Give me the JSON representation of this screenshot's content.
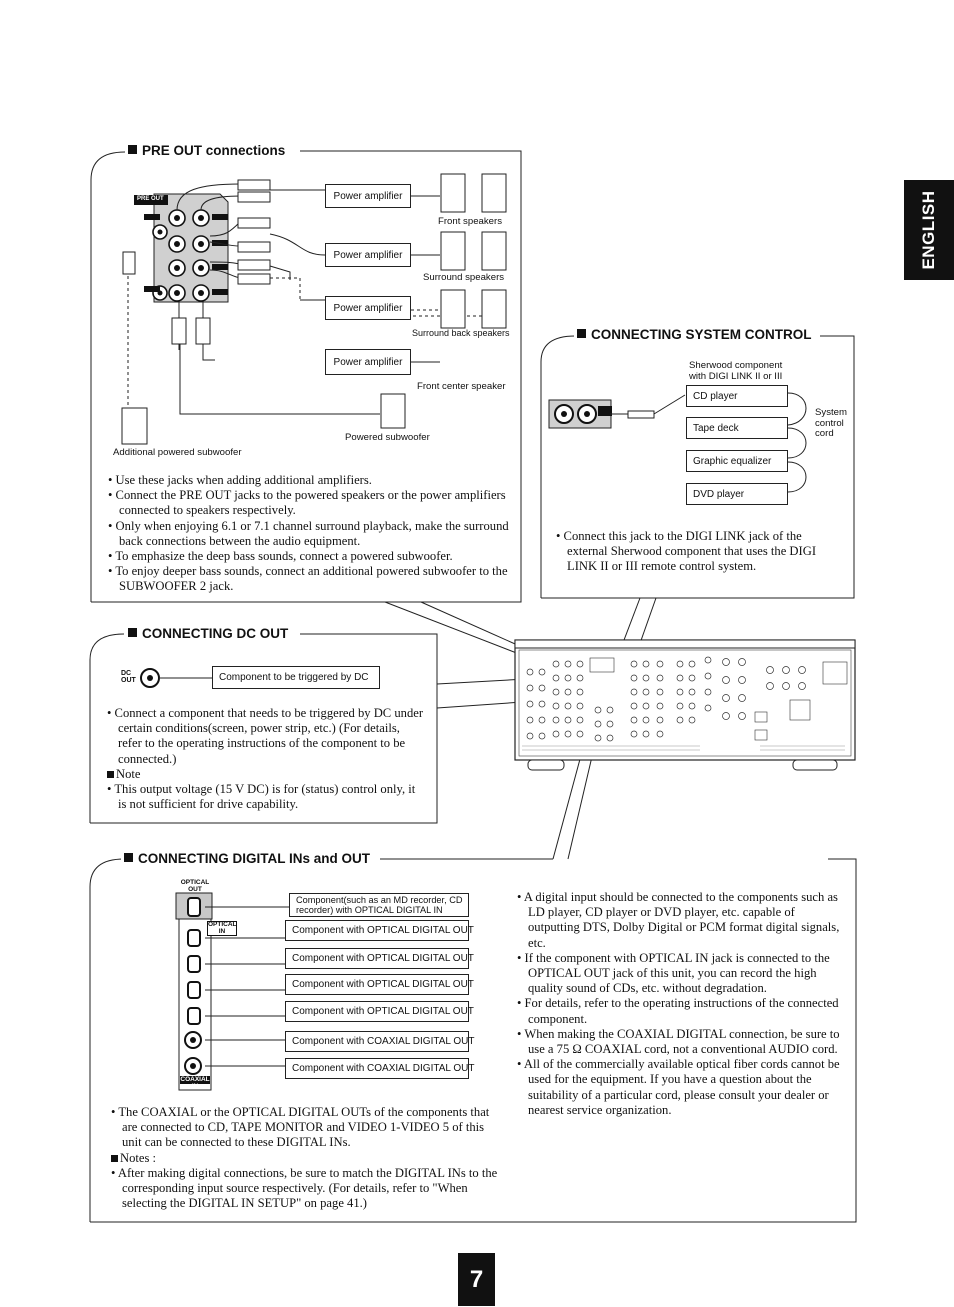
{
  "side_tab": {
    "label": "ENGLISH"
  },
  "page_number": "7",
  "pre_out": {
    "title": "PRE OUT connections",
    "panel_label": "PRE OUT",
    "amp_label": "Power amplifier",
    "front_speakers": "Front speakers",
    "surround_speakers": "Surround speakers",
    "surround_back_speakers": "Surround back speakers",
    "front_center_speaker": "Front center speaker",
    "powered_subwoofer": "Powered subwoofer",
    "additional_subwoofer": "Additional powered subwoofer",
    "bullets": [
      "• Use these jacks when adding additional amplifiers.",
      "• Connect the PRE OUT jacks to the powered speakers or the power amplifiers connected to speakers respectively.",
      "• Only when enjoying 6.1 or 7.1 channel surround playback, make the surround back connections between the audio equipment.",
      "• To emphasize the deep bass sounds, connect a powered subwoofer.",
      "• To enjoy deeper bass sounds, connect an additional powered subwoofer to the SUBWOOFER 2 jack."
    ]
  },
  "system_control": {
    "title": "CONNECTING SYSTEM CONTROL",
    "component_header": "Sherwood component with DIGI LINK II or III",
    "components": [
      "CD player",
      "Tape deck",
      "Graphic equalizer",
      "DVD player"
    ],
    "cord_label": "System control cord",
    "bullets": [
      "• Connect this jack to the DIGI LINK jack of the external Sherwood component that uses the DIGI LINK II or III remote control system."
    ]
  },
  "dc_out": {
    "title": "CONNECTING DC OUT",
    "jack_label": "DC OUT",
    "component_label": "Component to be triggered by DC",
    "bullets": [
      "• Connect a component that needs to be triggered by DC under certain conditions(screen, power strip, etc.) (For details, refer to the operating instructions of the component to be connected.)"
    ],
    "note_heading": "Note",
    "note_bullets": [
      "• This output voltage (15 V DC) is for (status) control only, it is not sufficient for drive capability."
    ]
  },
  "digital": {
    "title": "CONNECTING DIGITAL INs and OUT",
    "optical_out_label": "OPTICAL OUT",
    "optical_in_label": "OPTICAL IN",
    "coaxial_in_label": "COAXIAL IN",
    "component_boxes": [
      "Component(such as an MD recorder, CD recorder) with OPTICAL DIGITAL IN",
      "Component with OPTICAL DIGITAL OUT",
      "Component with OPTICAL DIGITAL OUT",
      "Component with OPTICAL DIGITAL OUT",
      "Component with OPTICAL DIGITAL OUT",
      "Component with COAXIAL DIGITAL OUT",
      "Component with COAXIAL DIGITAL OUT"
    ],
    "left_bullets": [
      "• The COAXIAL or the OPTICAL DIGITAL OUTs of the components that are connected to CD, TAPE MONITOR and VIDEO 1-VIDEO 5 of this unit can be connected to these DIGITAL INs."
    ],
    "notes_heading": "Notes :",
    "notes_bullets": [
      "• After making digital connections, be sure to match the DIGITAL INs to the corresponding input source respectively. (For details, refer to \"When selecting the DIGITAL IN SETUP\" on page 41.)"
    ],
    "right_bullets": [
      "• A digital input should be connected to the components such as LD player, CD player or DVD player, etc. capable of outputting DTS, Dolby Digital or PCM format digital signals, etc.",
      "• If the component with OPTICAL IN jack is connected to the OPTICAL OUT jack of this unit, you can record the high quality sound of CDs, etc. without degradation.",
      "• For details, refer to the operating instructions of the connected component.",
      "• When making the COAXIAL DIGITAL connection, be sure to use a 75 Ω COAXIAL cord, not a conventional AUDIO cord.",
      "• All of the commercially available optical fiber cords cannot be used for the equipment. If you have a question about the suitability of a particular cord, please consult your dealer or nearest service organization."
    ]
  }
}
